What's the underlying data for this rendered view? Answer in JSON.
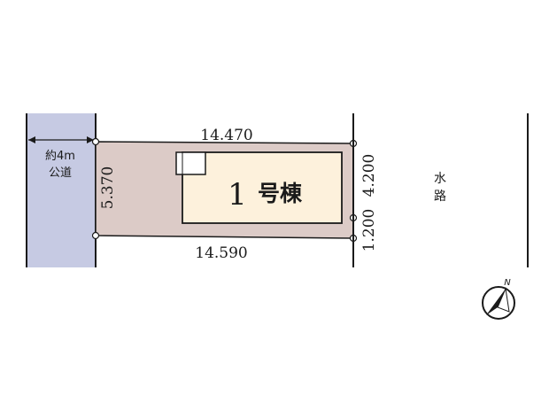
{
  "road": {
    "label_line1": "約4m",
    "label_line2": "公道"
  },
  "lot": {
    "top_length": "14.470",
    "bottom_length": "14.590",
    "left_depth": "5.370",
    "right_depth_upper": "4.200",
    "right_depth_lower": "1.200"
  },
  "building": {
    "number": "1",
    "label": "号棟"
  },
  "waterway": {
    "label_line1": "水",
    "label_line2": "路"
  },
  "compass": {
    "north_label": "N"
  },
  "colors": {
    "road_fill": "#c6cae3",
    "lot_fill": "#dccbc7",
    "building_fill": "#fdf1dc",
    "line": "#1a1a1a"
  }
}
